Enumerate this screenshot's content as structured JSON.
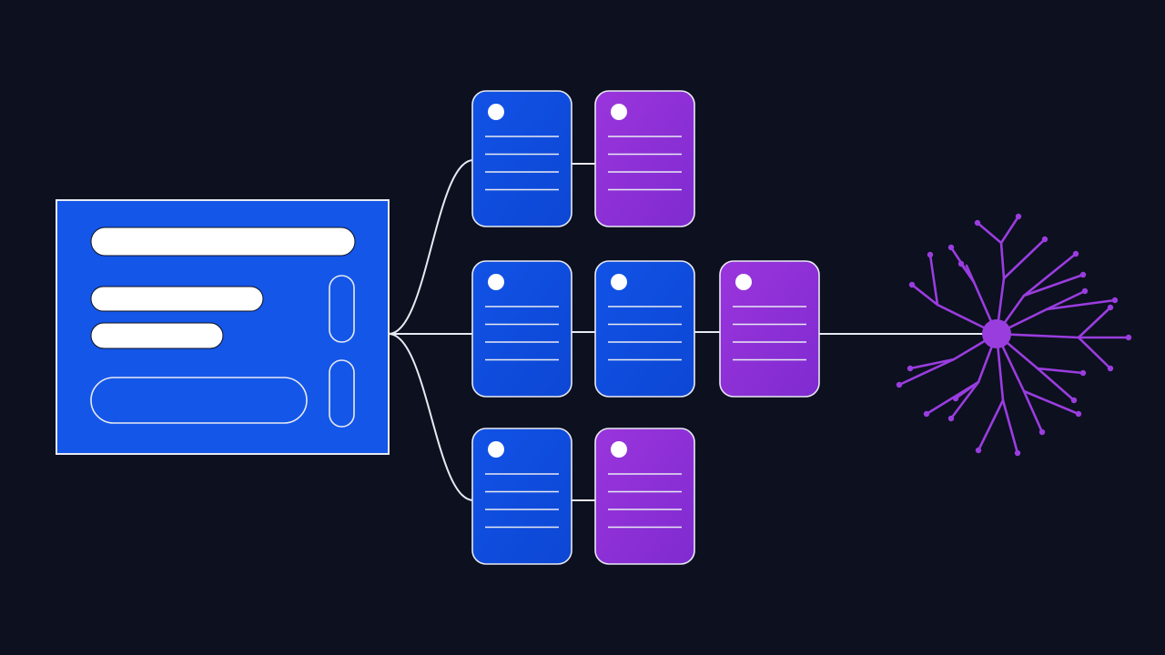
{
  "colors": {
    "background": "#0c101f",
    "blue": "#0f4fe0",
    "blue_panel": "#1456e8",
    "purple": "#8b2fd6",
    "purple_light": "#9c35de",
    "line": "#e8eaf2",
    "neuron": "#9a3ddf"
  },
  "form_panel": {
    "text_bars": 3,
    "pill_inputs": 1,
    "side_toggles": 2
  },
  "card_rows": [
    [
      "blue",
      "purple"
    ],
    [
      "blue",
      "blue",
      "purple"
    ],
    [
      "blue",
      "purple"
    ]
  ],
  "card_text_lines": 4,
  "icons": {
    "neuron": "neuron-icon"
  }
}
